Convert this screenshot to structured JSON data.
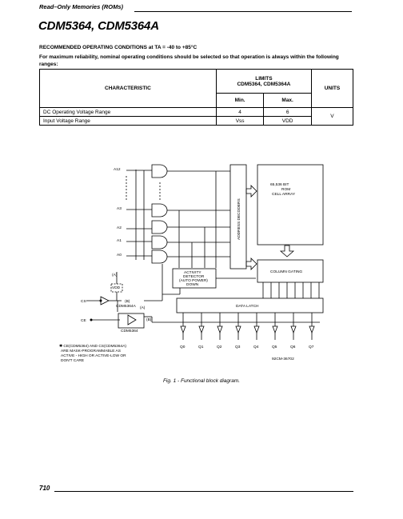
{
  "header": {
    "section": "Read–Only Memories (ROMs)"
  },
  "title": "CDM5364, CDM5364A",
  "subtitle": "RECOMMENDED OPERATING CONDITIONS at TA = -40 to +85°C",
  "note": "For maximum reliability, nominal operating conditions should be selected so that operation is always within the following ranges:",
  "table": {
    "col_characteristic": "CHARACTERISTIC",
    "col_limits_line1": "LIMITS",
    "col_limits_line2": "CDM5364, CDM5364A",
    "col_units": "UNITS",
    "col_min": "Min.",
    "col_max": "Max.",
    "rows": [
      {
        "characteristic": "DC Operating Voltage Range",
        "min": "4",
        "max": "6"
      },
      {
        "characteristic": "Input Voltage Range",
        "min": "Vss",
        "max": "VDD"
      }
    ],
    "units": "V"
  },
  "diagram": {
    "addr_labels": [
      "A12",
      "A3",
      "A2",
      "A1",
      "A0"
    ],
    "address_decoders": "ADDRESS DECODERS",
    "rom_line1": "65,536 BIT",
    "rom_line2": "ROM",
    "rom_line3": "CELL ARRAY",
    "column_gating": "COLUMN  GATING",
    "activity_line1": "ACTIVITY",
    "activity_line2": "DETECTOR",
    "activity_line3": "(AUTO POWER)",
    "activity_line4": "DOWN",
    "data_latch": "DATA LATCH",
    "cs_label": "CS",
    "ce_label": "CE",
    "vdd_label": "VDD",
    "cdm5364a_label": "CDM5364A",
    "cdm5364_label": "CDM5364",
    "label_a": "(A)",
    "label_b": "(B)",
    "footnote_line1": "✱ CE(CDM5364) AND CS(CDM5364A)",
    "footnote_line2": "ARE MASK-PROGRAMMABLE AS",
    "footnote_line3": "ACTIVE - HIGH OR ACTIVE-LOW OR",
    "footnote_line4": "DON'T CARE",
    "outputs": [
      "Q0",
      "Q1",
      "Q2",
      "Q3",
      "Q4",
      "Q5",
      "Q6",
      "Q7"
    ],
    "code": "92CM-36702"
  },
  "figure_caption": "Fig. 1 - Functional block diagram.",
  "page_number": "710"
}
